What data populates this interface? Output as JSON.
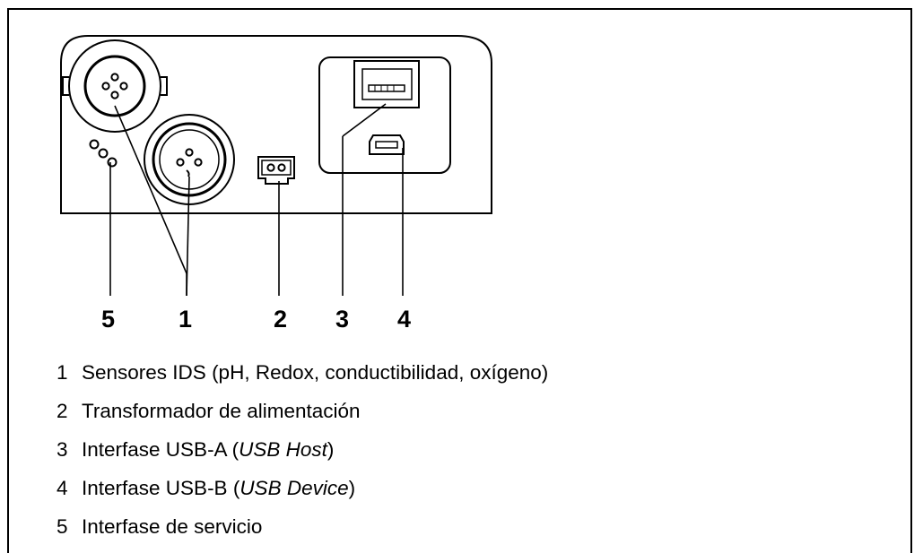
{
  "callouts": {
    "c5": "5",
    "c1": "1",
    "c2": "2",
    "c3": "3",
    "c4": "4"
  },
  "legend": [
    {
      "num": "1",
      "text": "Sensores IDS (pH, Redox, conductibilidad, oxígeno)"
    },
    {
      "num": "2",
      "text": "Transformador de alimentación"
    },
    {
      "num": "3",
      "text_before": "Interfase USB-A (",
      "italic": "USB Host",
      "text_after": ")"
    },
    {
      "num": "4",
      "text_before": "Interfase USB-B (",
      "italic": "USB Device",
      "text_after": ")"
    },
    {
      "num": "5",
      "text": "Interfase de servicio"
    }
  ]
}
